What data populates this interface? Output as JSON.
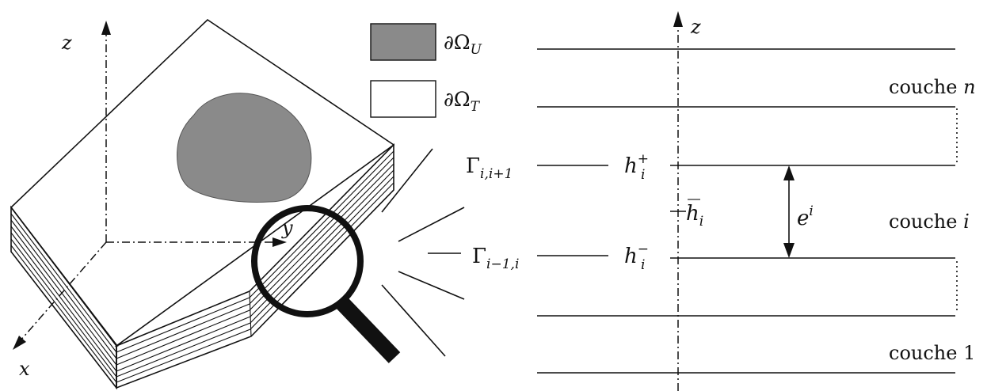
{
  "legend": {
    "u_label": "∂Ω",
    "u_sub": "U",
    "t_label": "∂Ω",
    "t_sub": "T",
    "u_color": "#8a8a8a",
    "t_color": "#ffffff"
  },
  "axes3d": {
    "z": "z",
    "y": "y",
    "x": "x"
  },
  "layers": {
    "z_axis": "z",
    "couche_n": "couche",
    "couche_n_idx": "n",
    "couche_i": "couche",
    "couche_i_idx": "i",
    "couche_1": "couche 1",
    "gamma_top": "Γ",
    "gamma_top_sub": "i,i+1",
    "gamma_bot": "Γ",
    "gamma_bot_sub": "i−1,i",
    "h_plus": "h",
    "h_plus_sub": "i",
    "h_plus_sup": "+",
    "h_bar": "h",
    "h_bar_sub": "i",
    "h_minus": "h",
    "h_minus_sub": "i",
    "h_minus_sup": "−",
    "e": "e",
    "e_sup": "i"
  }
}
